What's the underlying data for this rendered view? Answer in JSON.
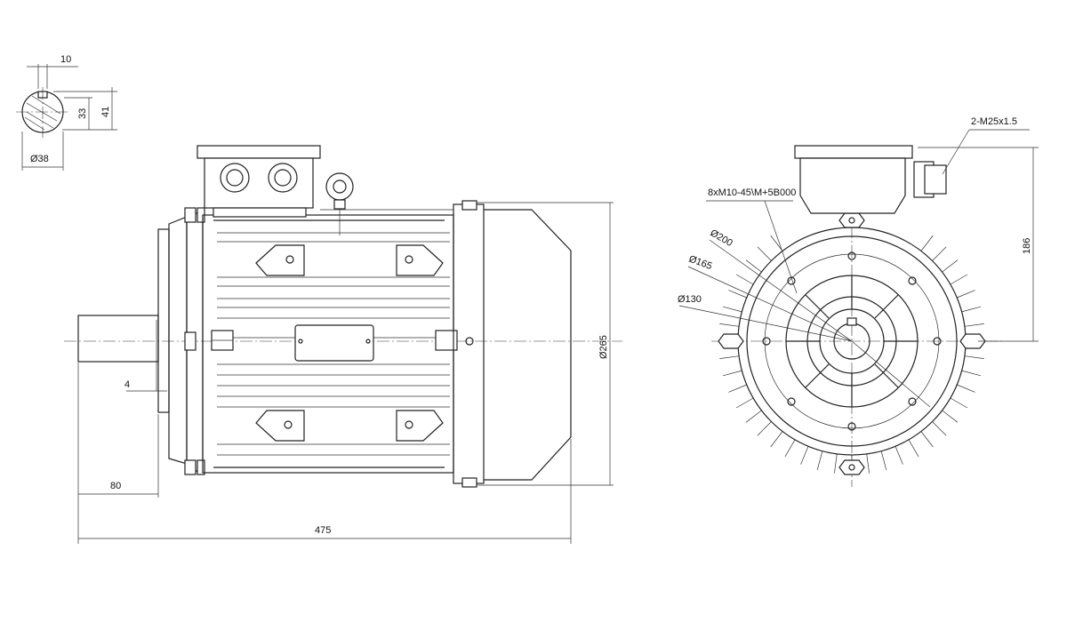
{
  "dimensions": {
    "key_width": "10",
    "key_height_33": "33",
    "key_height_41": "41",
    "shaft_diameter": "Ø38",
    "flange_offset": "4",
    "shaft_length": "80",
    "overall_length": "475",
    "body_diameter": "Ø265",
    "cable_gland": "2-M25x1.5",
    "flange_bolts": "8xM10-45\\M+5B000",
    "flange_200": "Ø200",
    "flange_165": "Ø165",
    "flange_130": "Ø130",
    "height_186": "186"
  }
}
